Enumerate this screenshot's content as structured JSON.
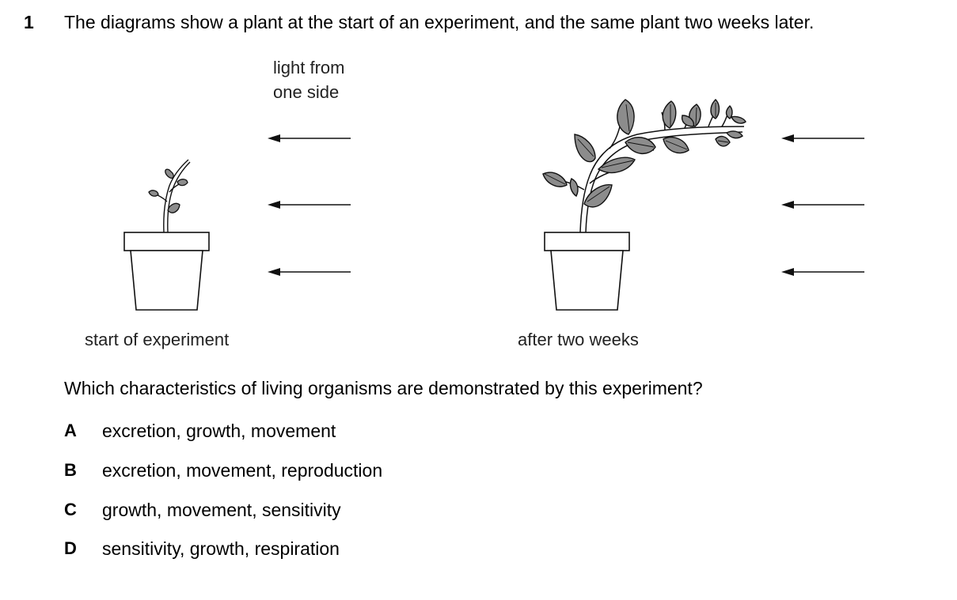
{
  "question": {
    "number": "1",
    "text": "The diagrams show a plant at the start of an experiment, and the same plant two weeks later.",
    "prompt": "Which characteristics of living organisms are demonstrated by this experiment?"
  },
  "diagram": {
    "light_label_line1": "light from",
    "light_label_line2": "one side",
    "caption_start": "start of experiment",
    "caption_after": "after two weeks",
    "leaf_color": "#8c8c8c"
  },
  "options": [
    {
      "letter": "A",
      "text": "excretion, growth, movement"
    },
    {
      "letter": "B",
      "text": "excretion, movement, reproduction"
    },
    {
      "letter": "C",
      "text": "growth, movement, sensitivity"
    },
    {
      "letter": "D",
      "text": "sensitivity, growth, respiration"
    }
  ]
}
